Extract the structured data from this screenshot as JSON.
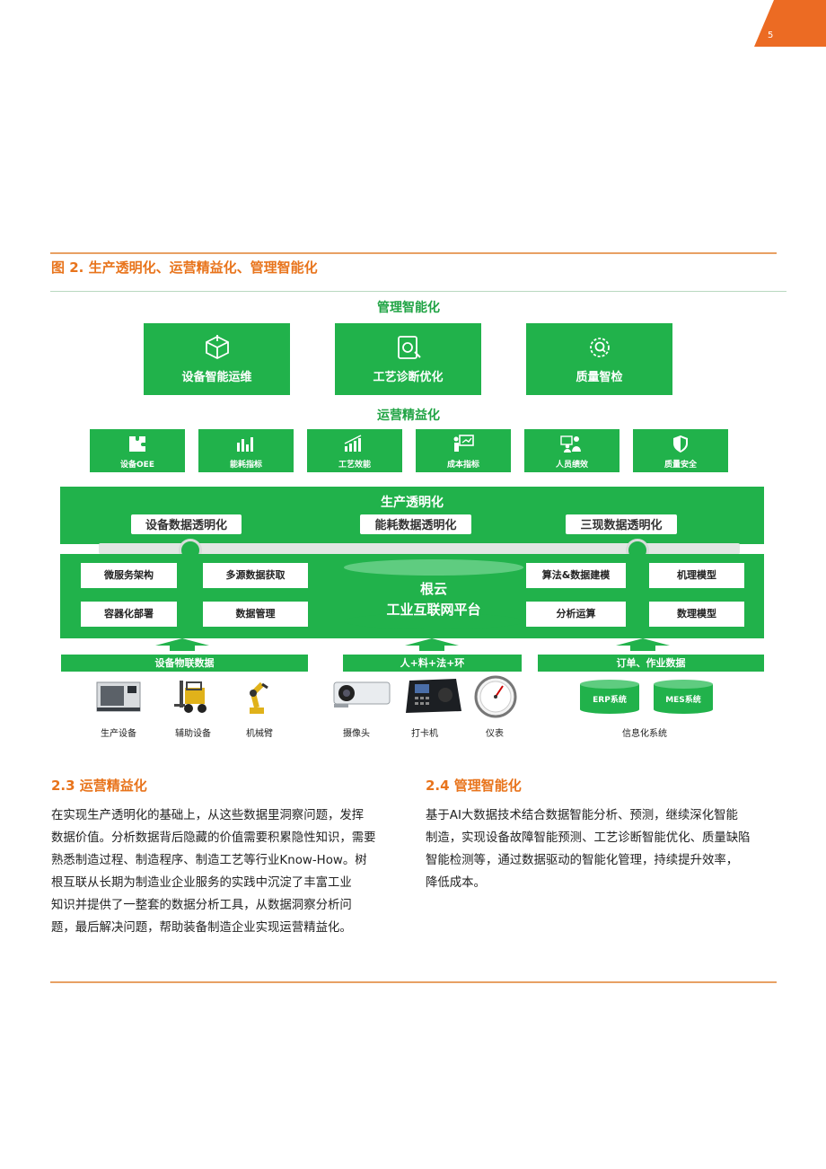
{
  "page_number": "5",
  "figure_title": "图 2. 生产透明化、运营精益化、管理智能化",
  "diagram": {
    "mgmt": {
      "label": "管理智能化",
      "boxes": [
        {
          "label": "设备智能运维",
          "icon": "equipment-maintenance-icon"
        },
        {
          "label": "工艺诊断优化",
          "icon": "process-diagnosis-icon"
        },
        {
          "label": "质量智检",
          "icon": "quality-inspection-icon"
        }
      ]
    },
    "ops": {
      "label": "运营精益化",
      "boxes": [
        {
          "label": "设备OEE",
          "icon": "puzzle-icon"
        },
        {
          "label": "能耗指标",
          "icon": "bar-chart-icon"
        },
        {
          "label": "工艺效能",
          "icon": "growth-chart-icon"
        },
        {
          "label": "成本指标",
          "icon": "presentation-icon"
        },
        {
          "label": "人员绩效",
          "icon": "people-icon"
        },
        {
          "label": "质量安全",
          "icon": "shield-icon"
        }
      ]
    },
    "transparency": {
      "label": "生产透明化",
      "pills": [
        "设备数据透明化",
        "能耗数据透明化",
        "三现数据透明化"
      ]
    },
    "platform": {
      "left_boxes": [
        "微服务架构",
        "多源数据获取",
        "容器化部署",
        "数据管理"
      ],
      "center_line1": "根云",
      "center_line2": "工业互联网平台",
      "right_boxes": [
        "算法&数据建模",
        "机理模型",
        "分析运算",
        "数理模型"
      ]
    },
    "sources": [
      {
        "label": "设备物联数据"
      },
      {
        "label": "人+料+法+环"
      },
      {
        "label": "订单、作业数据"
      }
    ],
    "devices": [
      "生产设备",
      "辅助设备",
      "机械臂",
      "摄像头",
      "打卡机",
      "仪表"
    ],
    "info_systems": {
      "label": "信息化系统",
      "items": [
        "ERP系统",
        "MES系统"
      ]
    },
    "colors": {
      "green": "#21b24b",
      "orange": "#e8741c"
    }
  },
  "section_left": {
    "heading": "2.3 运营精益化",
    "lines": [
      "在实现生产透明化的基础上，从这些数据里洞察问题，发挥",
      "数据价值。分析数据背后隐藏的价值需要积累隐性知识，需要",
      "熟悉制造过程、制造程序、制造工艺等行业Know-How。树",
      "根互联从长期为制造业企业服务的实践中沉淀了丰富工业",
      "知识并提供了一整套的数据分析工具，从数据洞察分析问",
      "题，最后解决问题，帮助装备制造企业实现运营精益化。"
    ]
  },
  "section_right": {
    "heading": "2.4 管理智能化",
    "lines": [
      "基于AI大数据技术结合数据智能分析、预测，继续深化智能",
      "制造，实现设备故障智能预测、工艺诊断智能优化、质量缺陷",
      "智能检测等，通过数据驱动的智能化管理，持续提升效率，",
      "降低成本。"
    ]
  }
}
